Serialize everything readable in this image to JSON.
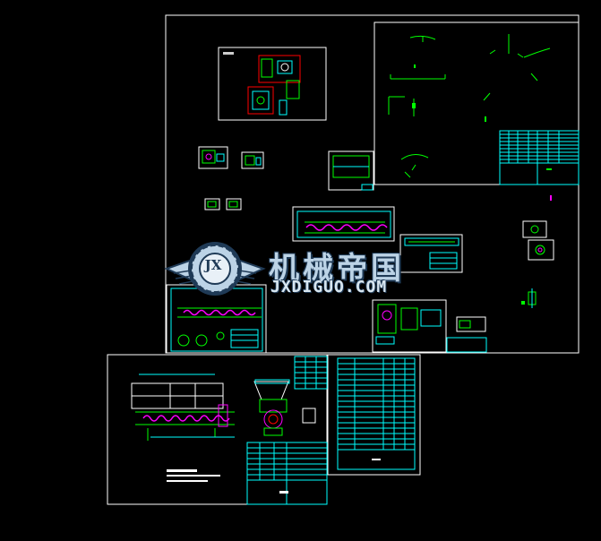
{
  "watermark": {
    "brand_cn": "机械帝国",
    "brand_url": "JXDIGUO.COM",
    "logo_letters": "JX"
  },
  "colors": {
    "background": "#000000",
    "sheet_frame": "#ffffff",
    "title_block": "#00ffff",
    "geometry": "#00ff00",
    "highlight": "#ff0000",
    "spiral": "#ff44ff",
    "watermark_fill": "#bcd3e6",
    "watermark_outline": "#1f3a56"
  }
}
